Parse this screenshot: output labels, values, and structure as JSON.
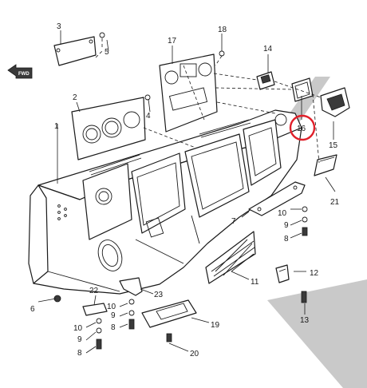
{
  "diagram": {
    "forward_marker": "FWD",
    "highlight_color": "#e0202a",
    "highlighted_part": "16",
    "callouts": [
      {
        "id": "c1",
        "label": "1"
      },
      {
        "id": "c2",
        "label": "2"
      },
      {
        "id": "c3",
        "label": "3"
      },
      {
        "id": "c4",
        "label": "4"
      },
      {
        "id": "c5",
        "label": "5"
      },
      {
        "id": "c6",
        "label": "6"
      },
      {
        "id": "c7",
        "label": "7"
      },
      {
        "id": "c8a",
        "label": "8"
      },
      {
        "id": "c8b",
        "label": "8"
      },
      {
        "id": "c8c",
        "label": "8"
      },
      {
        "id": "c9a",
        "label": "9"
      },
      {
        "id": "c9b",
        "label": "9"
      },
      {
        "id": "c9c",
        "label": "9"
      },
      {
        "id": "c10a",
        "label": "10"
      },
      {
        "id": "c10b",
        "label": "10"
      },
      {
        "id": "c10c",
        "label": "10"
      },
      {
        "id": "c11",
        "label": "11"
      },
      {
        "id": "c12",
        "label": "12"
      },
      {
        "id": "c13",
        "label": "13"
      },
      {
        "id": "c14",
        "label": "14"
      },
      {
        "id": "c15",
        "label": "15"
      },
      {
        "id": "c16",
        "label": "16"
      },
      {
        "id": "c17",
        "label": "17"
      },
      {
        "id": "c18",
        "label": "18"
      },
      {
        "id": "c19",
        "label": "19"
      },
      {
        "id": "c20",
        "label": "20"
      },
      {
        "id": "c21",
        "label": "21"
      },
      {
        "id": "c22",
        "label": "22"
      },
      {
        "id": "c23",
        "label": "23"
      }
    ]
  }
}
